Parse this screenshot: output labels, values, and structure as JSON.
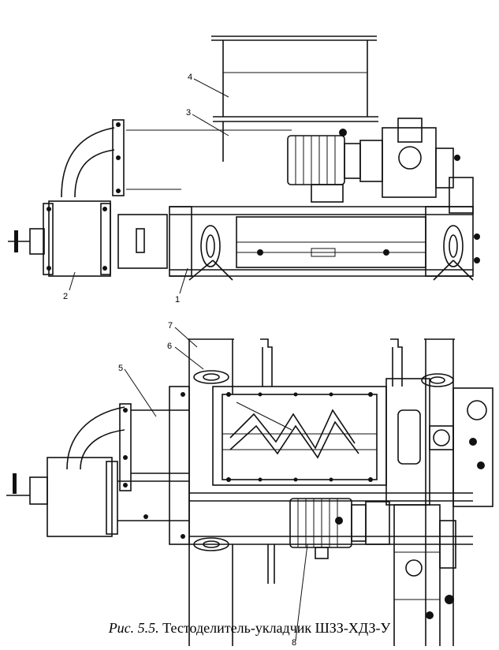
{
  "caption": {
    "prefix": "Рис. 5.5.",
    "title": "Тестоделитель-укладчик ШЗЗ-ХДЗ-У"
  },
  "callouts": [
    "1",
    "2",
    "3",
    "4",
    "5",
    "6",
    "7",
    "8"
  ]
}
